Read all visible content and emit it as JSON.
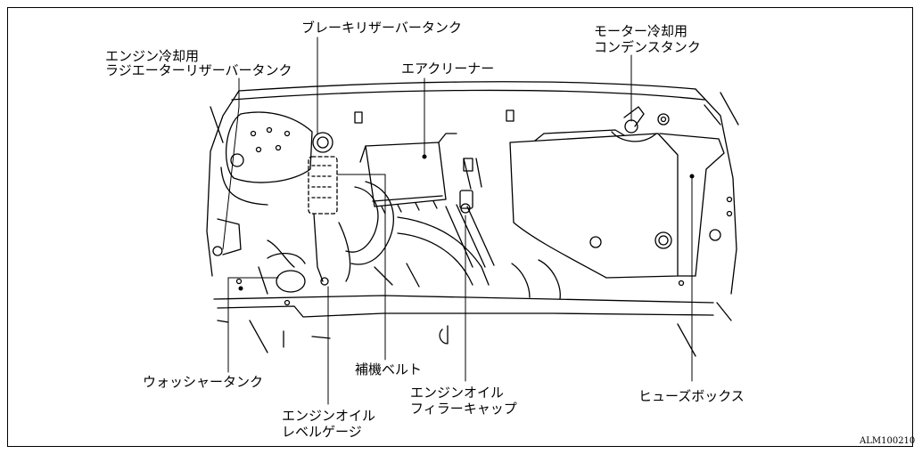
{
  "labels": {
    "coolant_tank_l1": "エンジン冷却用",
    "coolant_tank_l2": "ラジエーターリザーバータンク",
    "brake_tank": "ブレーキリザーバータンク",
    "motor_cond_l1": "モーター冷却用",
    "motor_cond_l2": "コンデンスタンク",
    "air_cleaner": "エアクリーナー",
    "washer_tank": "ウォッシャータンク",
    "belt": "補機ベルト",
    "dipstick_l1": "エンジンオイル",
    "dipstick_l2": "レベルゲージ",
    "filler_l1": "エンジンオイル",
    "filler_l2": "フィラーキャップ",
    "fuse_box": "ヒューズボックス"
  },
  "figure_code": "ALM100210"
}
